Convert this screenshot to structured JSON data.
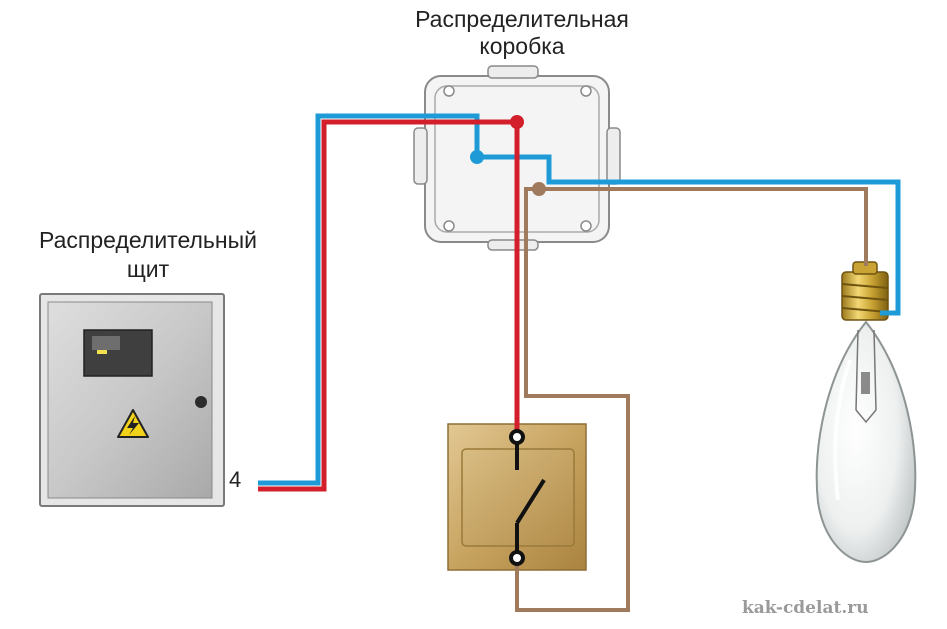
{
  "labels": {
    "junction_box_line1": "Распределительная",
    "junction_box_line2": "коробка",
    "panel_line1": "Распределительный",
    "panel_line2": "щит",
    "cable_count": "4",
    "watermark": "kak-cdelat.ru"
  },
  "colors": {
    "phase_wire": "#d21f2b",
    "neutral_wire": "#1e9bd7",
    "switched_wire": "#a07a5c",
    "panel_body": "#c9c9c9",
    "switch_body": "#c9a86a"
  },
  "icons": {
    "panel_warning": "high-voltage-warning-icon",
    "switch_contact": "switch-contact-icon"
  }
}
